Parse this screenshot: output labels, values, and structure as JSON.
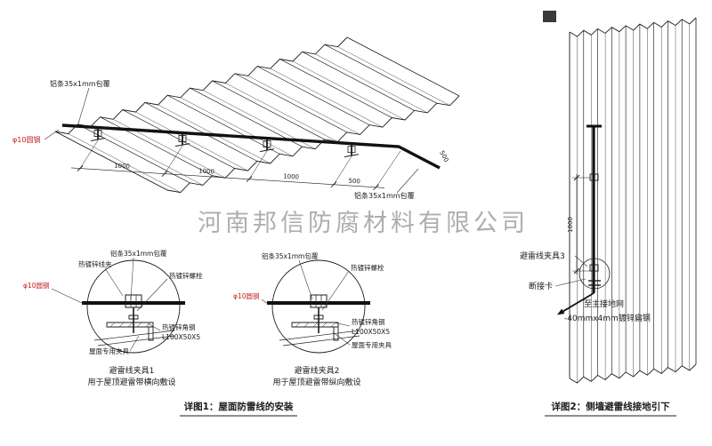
{
  "company_watermark": "河南邦信防腐材料有限公司",
  "roof": {
    "strip_label_top": "铝条35x1mm包覆",
    "round_steel_label": "φ10圆钢",
    "strip_label_right": "铝条35x1mm包覆",
    "dim_1": "1000",
    "dim_2": "1000",
    "dim_3": "1000",
    "dim_4": "500",
    "dim_5": "500"
  },
  "detail_1": {
    "wire_clamp": "热镀锌线夹",
    "strip": "铝条35x1mm包覆",
    "bolt": "热镀锌螺栓",
    "round_steel": "φ10圆钢",
    "angle_steel_line1": "热镀锌角钢",
    "angle_steel_line2": "L100X50X5",
    "roof_fixture": "屋面专用夹具",
    "title": "避雷线夹具1",
    "subtitle": "用于屋顶避雷带横向敷设"
  },
  "detail_2": {
    "strip": "铝条35x1mm包覆",
    "bolt": "热镀锌螺栓",
    "round_steel": "φ10圆钢",
    "angle_steel_line1": "热镀锌角钢",
    "angle_steel_line2": "L100X50X5",
    "roof_fixture": "屋面专用夹具",
    "title": "避雷线夹具2",
    "subtitle": "用于屋顶避雷带纵向敷设"
  },
  "wall": {
    "dim": "1000",
    "clamp_label": "避雷线夹具3",
    "disconnect_label": "断接卡",
    "ground_label": "至主接地网",
    "flat_steel_label": "-40mmx4mm镀锌扁钢"
  },
  "captions": {
    "figure_1": "详图1：屋面防雷线的安装",
    "figure_2": "详图2：侧墙避雷线接地引下"
  }
}
